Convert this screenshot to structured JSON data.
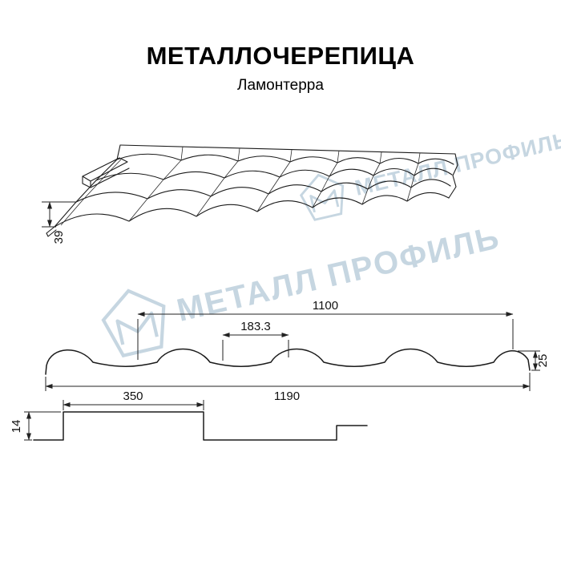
{
  "header": {
    "title": "МЕТАЛЛОЧЕРЕПИЦА",
    "subtitle": "Ламонтерра"
  },
  "watermark": {
    "text": "МЕТАЛЛ ПРОФИЛЬ",
    "color": "#b9cdda"
  },
  "colors": {
    "line": "#1b1b1b",
    "background": "#ffffff"
  },
  "dims": {
    "eaves_height": "39",
    "cover_width": "1100",
    "wave_pitch": "183.3",
    "wave_height": "25",
    "total_width": "1190",
    "module_length": "350",
    "step_height": "14"
  }
}
